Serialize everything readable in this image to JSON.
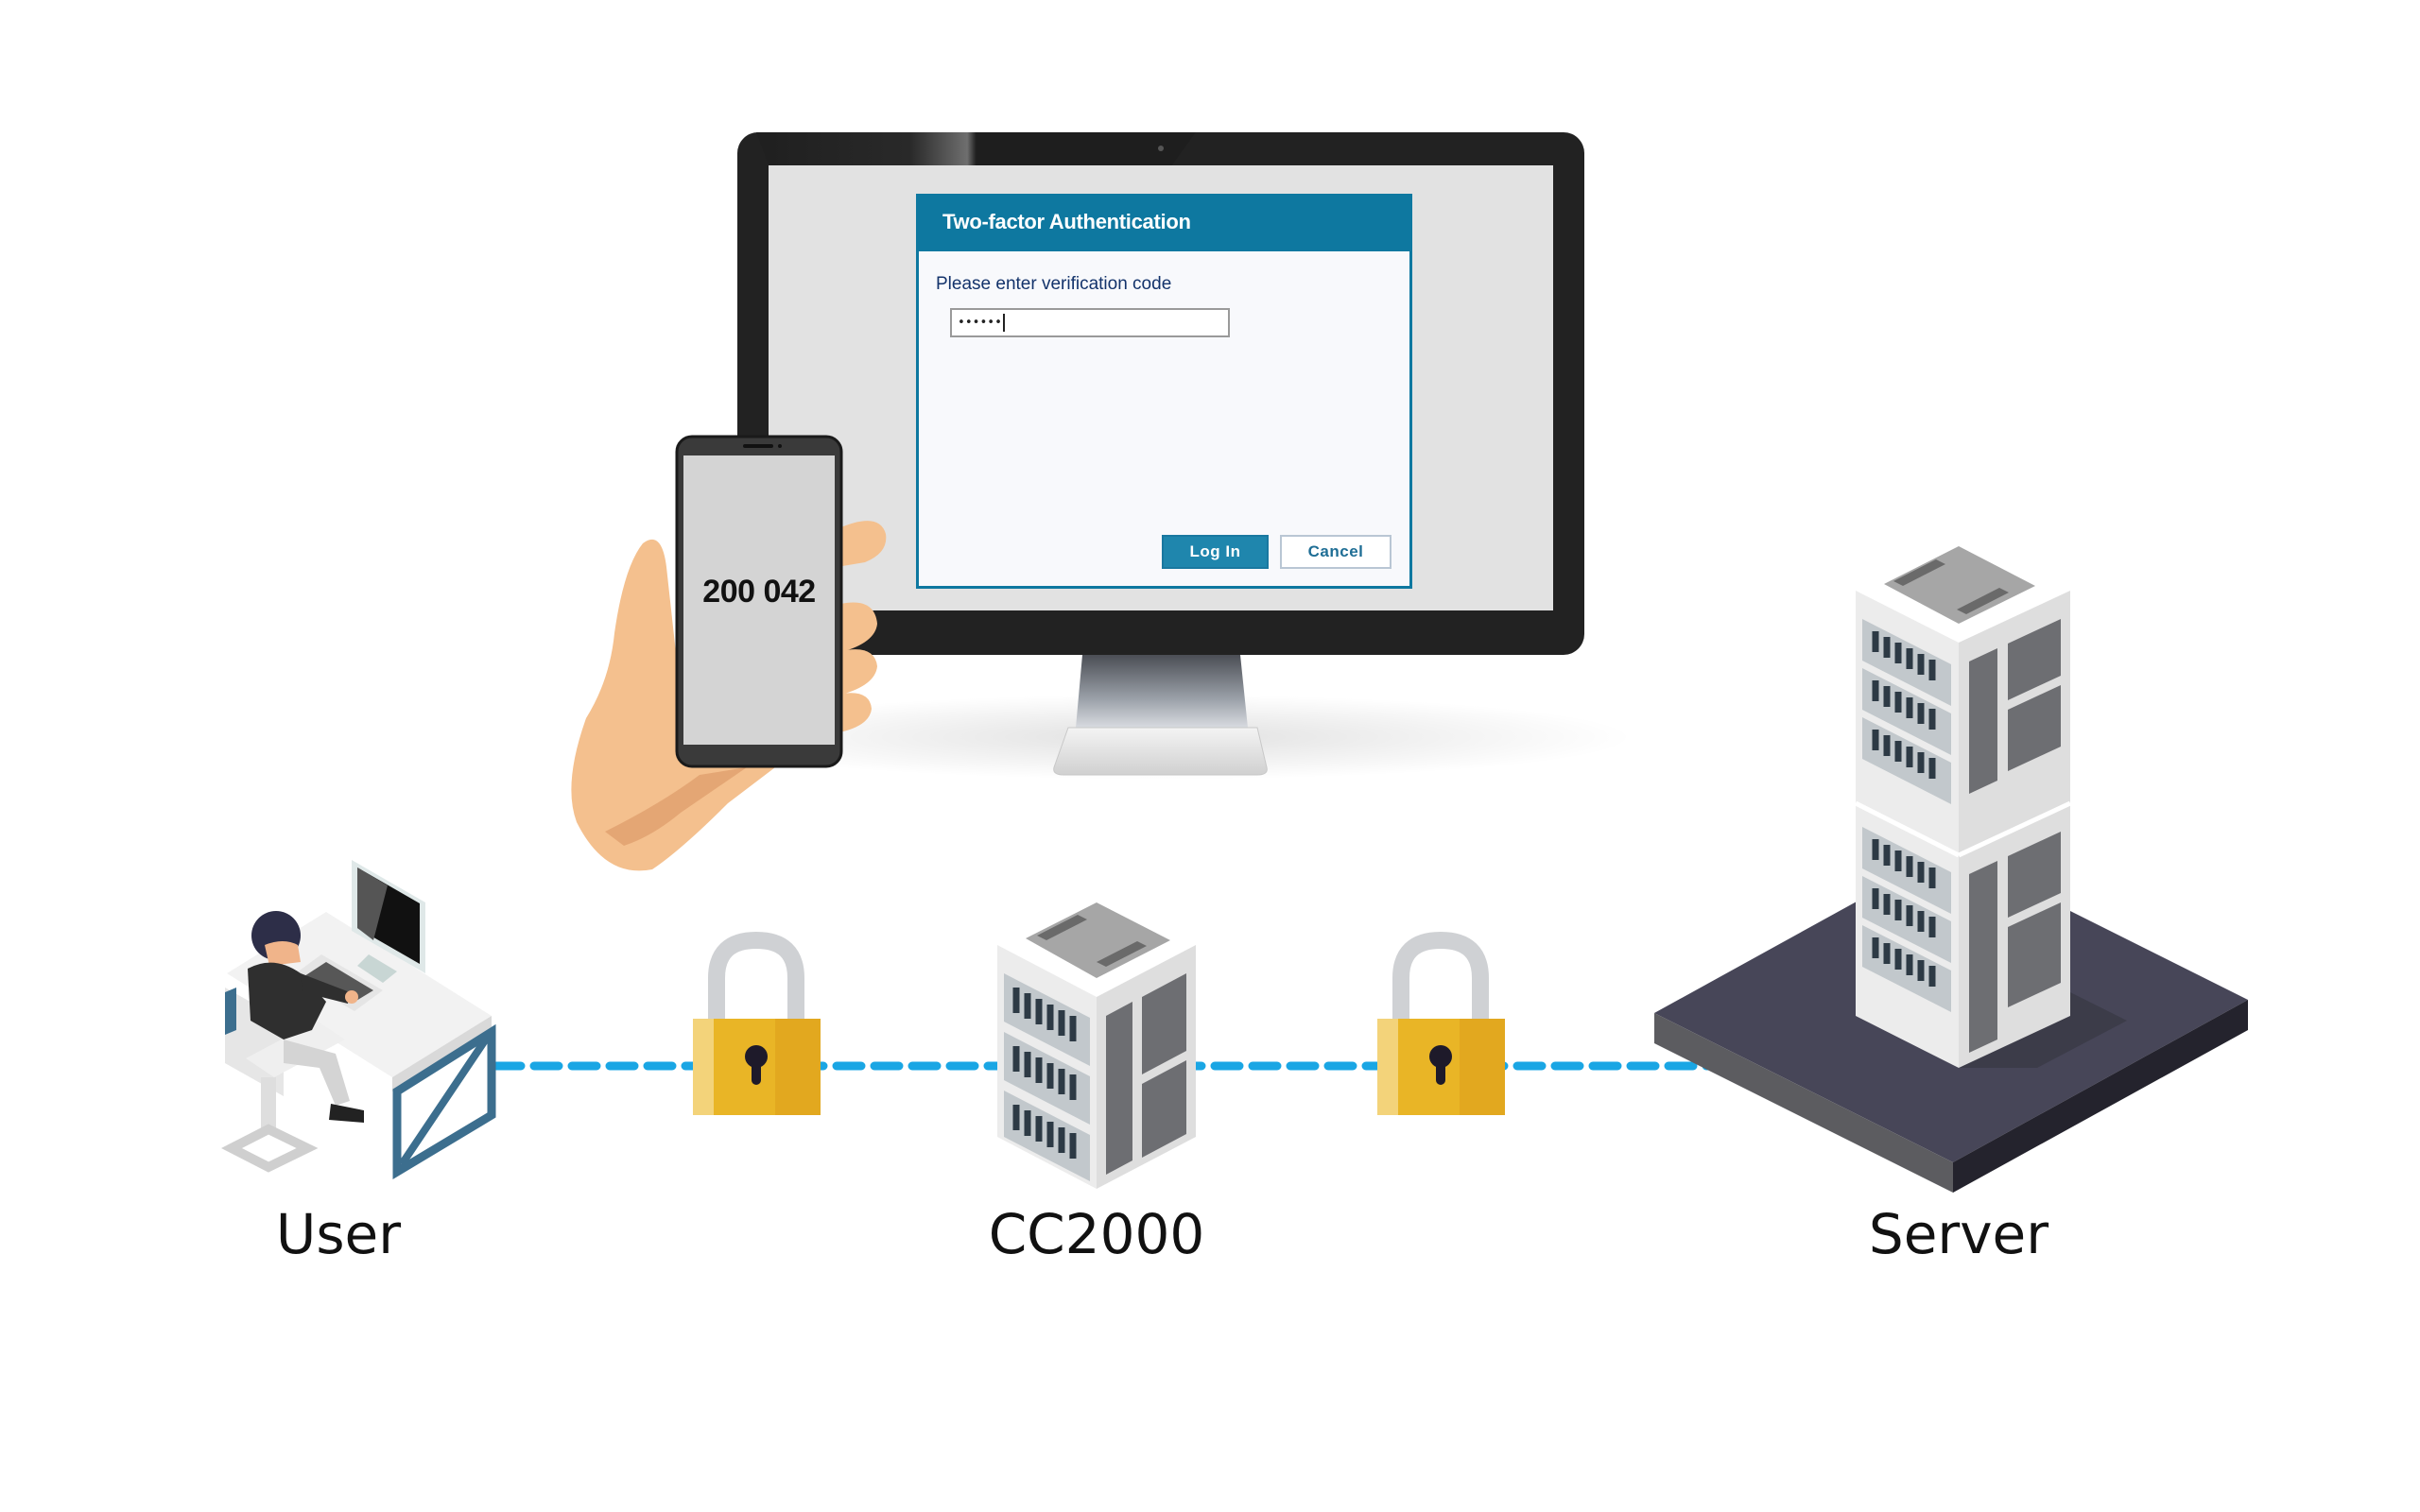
{
  "dialog": {
    "title": "Two-factor Authentication",
    "prompt": "Please enter verification code",
    "input_value": "••••••",
    "login_label": "Log In",
    "cancel_label": "Cancel"
  },
  "phone": {
    "code": "200 042"
  },
  "nodes": [
    {
      "id": "user",
      "label": "User"
    },
    {
      "id": "cc2000",
      "label": "CC2000"
    },
    {
      "id": "server",
      "label": "Server"
    }
  ],
  "connections": [
    {
      "from": "user",
      "to": "cc2000",
      "secured": true
    },
    {
      "from": "cc2000",
      "to": "server",
      "secured": true
    }
  ],
  "colors": {
    "dialog_header": "#0e78a0",
    "connection_line": "#1aa6e4",
    "lock_body": "#e9b526",
    "monitor_bezel": "#222222",
    "platform": "#474658"
  }
}
